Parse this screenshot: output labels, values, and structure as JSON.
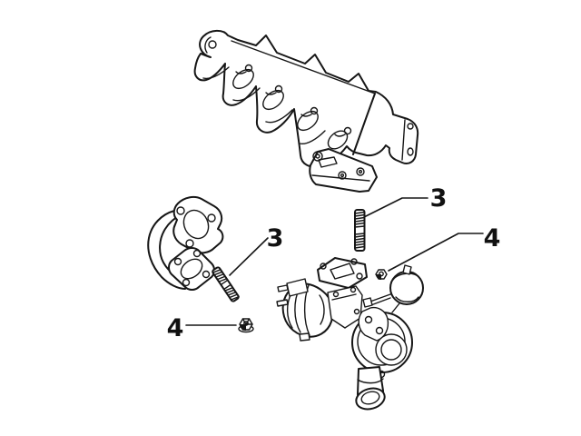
{
  "page": {
    "background_color": "#ffffff",
    "line_color": "#161616",
    "label_color": "#111111"
  },
  "diagram": {
    "kind": "exploded-parts-line-drawing",
    "callouts": [
      {
        "id": "3-left",
        "label": "3"
      },
      {
        "id": "3-right",
        "label": "3"
      },
      {
        "id": "4-left",
        "label": "4"
      },
      {
        "id": "4-right",
        "label": "4"
      }
    ],
    "parts": [
      {
        "name": "exhaust-manifold"
      },
      {
        "name": "gasket-and-bracket-set"
      },
      {
        "name": "mounting-stud-diagonal",
        "callout": "3"
      },
      {
        "name": "mounting-stud-vertical",
        "callout": "3"
      },
      {
        "name": "flange-nut",
        "callout": "4"
      },
      {
        "name": "turbocharger-nut",
        "callout": "4"
      },
      {
        "name": "turbocharger"
      }
    ]
  }
}
